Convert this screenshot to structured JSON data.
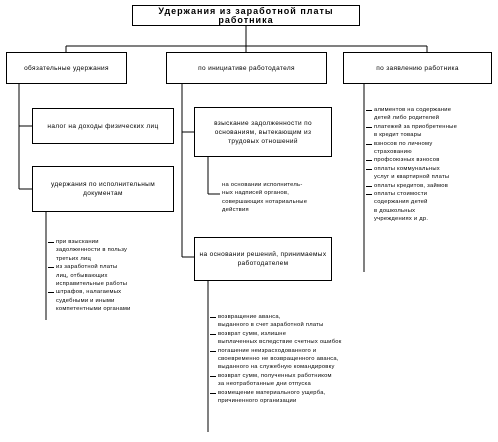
{
  "title": "Удержания из заработной платы работника",
  "categories": {
    "mandatory": "обязательные удержания",
    "employer": "по инициативе работодателя",
    "employee": "по заявлению работника"
  },
  "mandatory": {
    "tax": "налог на доходы физических лиц",
    "writs": "удержания по исполнительным документам",
    "writ_items": [
      [
        "при взыскании",
        "задолженности в пользу",
        "третьих лиц"
      ],
      [
        "из заработной платы",
        "лиц, отбывающих",
        "исправительные работы"
      ],
      [
        "штрафов, налагаемых",
        "судебными и иными",
        "компетентными органами"
      ]
    ]
  },
  "employer": {
    "recovery": "взыскание задолженности по основаниям, вытекающим из трудовых отношений",
    "note": [
      "на основании исполнитель-",
      "ных надписей органов,",
      "совершающих нотариальные",
      "действия"
    ],
    "decision": "на основании решений, принимаемых работодателем",
    "decision_items": [
      [
        "возвращение аванса,",
        "выданного в счет заработной платы"
      ],
      [
        "возврат сумм, излишне",
        "выплаченных вследствие счетных ошибок"
      ],
      [
        "погашение неизрасходованного и",
        "своевременно не возвращенного аванса,",
        "выданного на служебную командировку"
      ],
      [
        "возврат сумм, полученных работником",
        "за неотработанные дни отпуска"
      ],
      [
        "возмещение материального ущерба,",
        "причиненного организации"
      ]
    ]
  },
  "employee": {
    "items": [
      [
        "алиментов на содержание",
        "детей либо родителей"
      ],
      [
        "платежей за приобретенные",
        "в кредит товары"
      ],
      [
        "взносов по личному",
        "страхованию"
      ],
      [
        "профсоюзных взносов"
      ],
      [
        "оплаты коммунальных",
        "услуг и квартирной платы"
      ],
      [
        "оплаты кредитов, займов"
      ],
      [
        "оплаты стоимости",
        "содержания детей",
        "в дошкольных",
        "учреждениях и др."
      ]
    ]
  }
}
